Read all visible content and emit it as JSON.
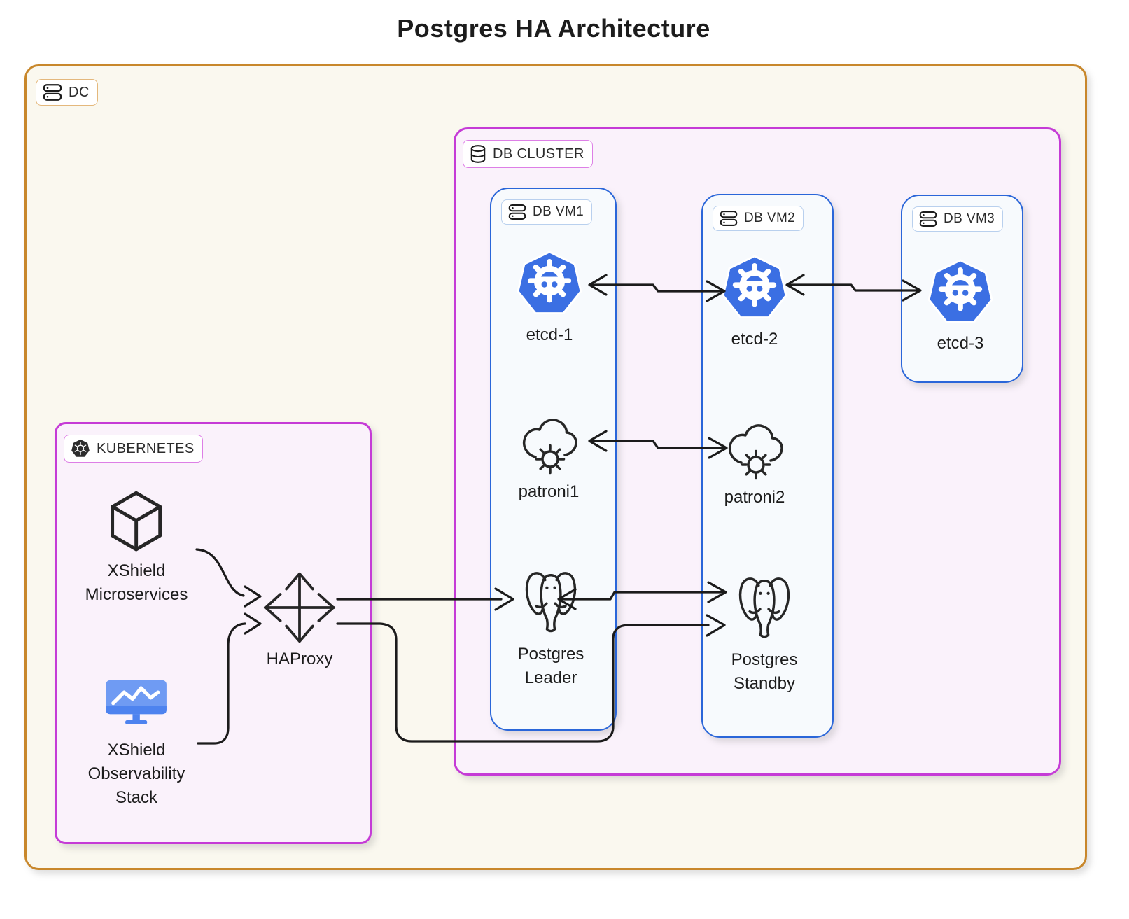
{
  "title": "Postgres HA Architecture",
  "colors": {
    "frame_dc": "#C8872B",
    "bg_dc": "#FAF8EF",
    "frame_magenta": "#C53BD6",
    "bg_magenta": "#FAF2FB",
    "frame_blue": "#2A66D9",
    "bg_blue": "#F7FAFD",
    "icon_blue": "#3B6FE3",
    "monitor_blue": "#6F9BF3",
    "monitor_blue_dark": "#4D83EF",
    "ink": "#1C1C1C"
  },
  "groups": {
    "dc": {
      "label": "DC",
      "icon": "server-icon"
    },
    "db_cluster": {
      "label": "DB CLUSTER",
      "icon": "database-icon"
    },
    "kubernetes": {
      "label": "KUBERNETES",
      "icon": "kubernetes-icon"
    },
    "db_vm1": {
      "label": "DB VM1",
      "icon": "server-icon"
    },
    "db_vm2": {
      "label": "DB VM2",
      "icon": "server-icon"
    },
    "db_vm3": {
      "label": "DB VM3",
      "icon": "server-icon"
    }
  },
  "nodes": {
    "etcd1": {
      "label": "etcd-1",
      "icon": "etcd-icon"
    },
    "etcd2": {
      "label": "etcd-2",
      "icon": "etcd-icon"
    },
    "etcd3": {
      "label": "etcd-3",
      "icon": "etcd-icon"
    },
    "patroni1": {
      "label": "patroni1",
      "icon": "patroni-cloud-gear-icon"
    },
    "patroni2": {
      "label": "patroni2",
      "icon": "patroni-cloud-gear-icon"
    },
    "postgres_leader": {
      "lines": [
        "Postgres",
        "Leader"
      ],
      "icon": "postgres-elephant-icon"
    },
    "postgres_standby": {
      "lines": [
        "Postgres",
        "Standby"
      ],
      "icon": "postgres-elephant-icon"
    },
    "xshield_microservices": {
      "lines": [
        "XShield",
        "Microservices"
      ],
      "icon": "cube-icon"
    },
    "xshield_observability": {
      "lines": [
        "XShield",
        "Observability",
        "Stack"
      ],
      "icon": "monitor-chart-icon"
    },
    "haproxy": {
      "label": "HAProxy",
      "icon": "four-way-arrows-icon"
    }
  },
  "connections": [
    {
      "from": "xshield_microservices",
      "to": "haproxy",
      "arrow": "end"
    },
    {
      "from": "xshield_observability",
      "to": "haproxy",
      "arrow": "end"
    },
    {
      "from": "haproxy",
      "to": "postgres_leader",
      "arrow": "end"
    },
    {
      "from": "haproxy",
      "to": "postgres_standby",
      "arrow": "end"
    },
    {
      "from": "postgres_leader",
      "to": "postgres_standby",
      "arrow": "both"
    },
    {
      "from": "etcd1",
      "to": "etcd2",
      "arrow": "both"
    },
    {
      "from": "etcd2",
      "to": "etcd3",
      "arrow": "both"
    },
    {
      "from": "patroni1",
      "to": "patroni2",
      "arrow": "both"
    }
  ]
}
